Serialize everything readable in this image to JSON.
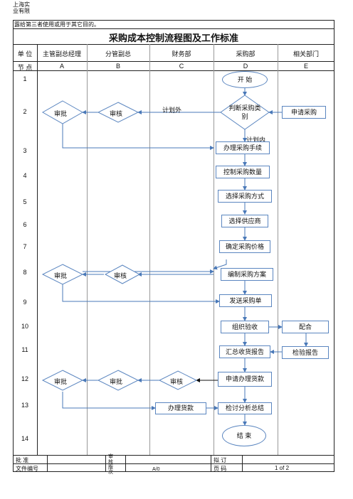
{
  "header": {
    "top_line1": "上海实",
    "top_line2": "业有限",
    "notice": "露给第三者使用或用于其它目的。",
    "title": "采购成本控制流程图及工作标准"
  },
  "columns": {
    "unit_label": "单 位",
    "node_label": "节 点",
    "names": [
      "主管副总经理",
      "分管副总",
      "财务部",
      "采购部",
      "相关部门"
    ],
    "letters": [
      "A",
      "B",
      "C",
      "D",
      "E"
    ]
  },
  "rows": [
    "1",
    "2",
    "3",
    "4",
    "5",
    "6",
    "7",
    "8",
    "9",
    "10",
    "11",
    "12",
    "13",
    "14"
  ],
  "flow": {
    "start": "开 始",
    "decision": "判断采购类别",
    "request": "申请采购",
    "approve_a_1": "审批",
    "review_b_1": "审核",
    "label_outside_plan": "计划外",
    "label_in_plan": "计划内",
    "handle_procedures": "办理采购手续",
    "control_quantity": "控制采购数量",
    "choose_method": "选择采购方式",
    "choose_supplier": "选择供应商",
    "determine_price": "确定采购价格",
    "approve_a_2": "审批",
    "review_b_2": "审核",
    "compile_plan": "编制采购方案",
    "send_order": "发送采购单",
    "organize_acceptance": "组织验收",
    "cooperate": "配合",
    "summarize_report": "汇总收货报告",
    "inspection_report": "检验报告",
    "approve_a_3": "审批",
    "approve_b_3": "审批",
    "review_c_3": "审核",
    "apply_payment": "申请办理货款",
    "handle_payment": "办理货款",
    "review_summary": "检讨分析总结",
    "end": "结 束"
  },
  "footer": {
    "approve_label": "批 准",
    "doc_no_label": "文件编号",
    "review_label_1": "审",
    "review_label_2": "核",
    "version_label_1": "版",
    "version_label_2": "次",
    "version_value": "A/0",
    "draft_label": "拟 订",
    "page_label": "页 码",
    "page_value": "1 of 2"
  }
}
